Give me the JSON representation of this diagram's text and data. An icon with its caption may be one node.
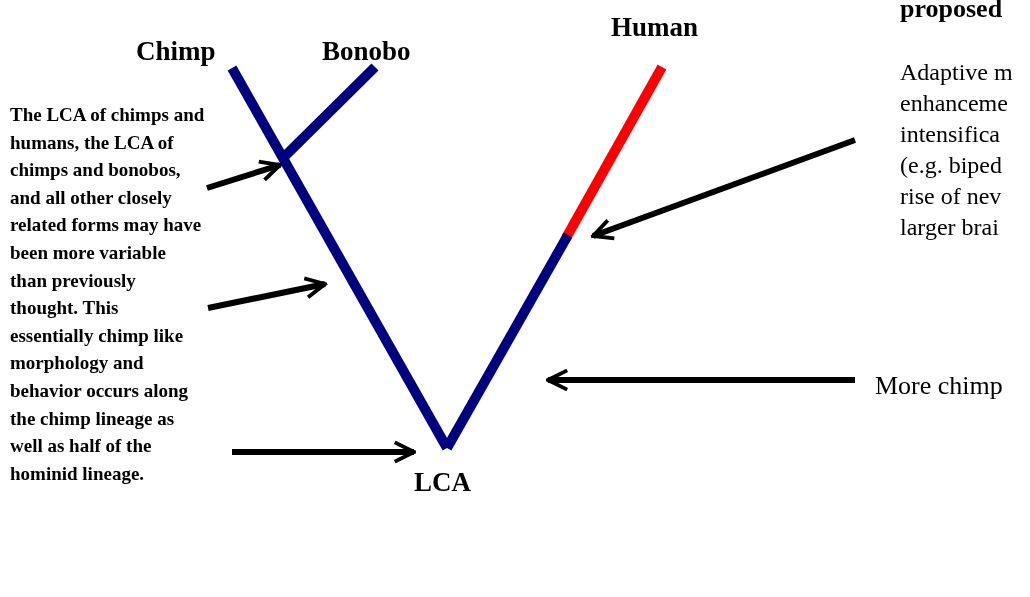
{
  "diagram": {
    "nodes": [
      {
        "text": [
          "The LCA of chimps and humans, the LCA of chimps and bonobos, and all other closely related forms may have been more variable than previously thought. This essentially chimp like morphology and behavior occurs along the chimp lineage as well as half of the hominid lineage."
        ]
      },
      {
        "text": [
          "Chimp"
        ]
      },
      {
        "text": [
          "Bonobo"
        ]
      },
      {
        "text": [
          "Human"
        ]
      },
      {
        "text": [
          "LCA"
        ]
      },
      {
        "text": [
          "Adaptive m enhanceme intensifica (e.g. biped rise of nev larger brai"
        ]
      },
      {
        "text": [
          "More chimp"
        ]
      }
    ],
    "edges": [
      {
        "from": 0,
        "to": null,
        "arrow": "to"
      },
      {
        "from": 0,
        "to": null,
        "arrow": "to"
      },
      {
        "from": 0,
        "to": 4,
        "arrow": "to"
      },
      {
        "from": 5,
        "to": null,
        "arrow": "to"
      },
      {
        "from": 6,
        "to": null,
        "arrow": "to"
      }
    ],
    "labels": [
      "proposed"
    ]
  }
}
